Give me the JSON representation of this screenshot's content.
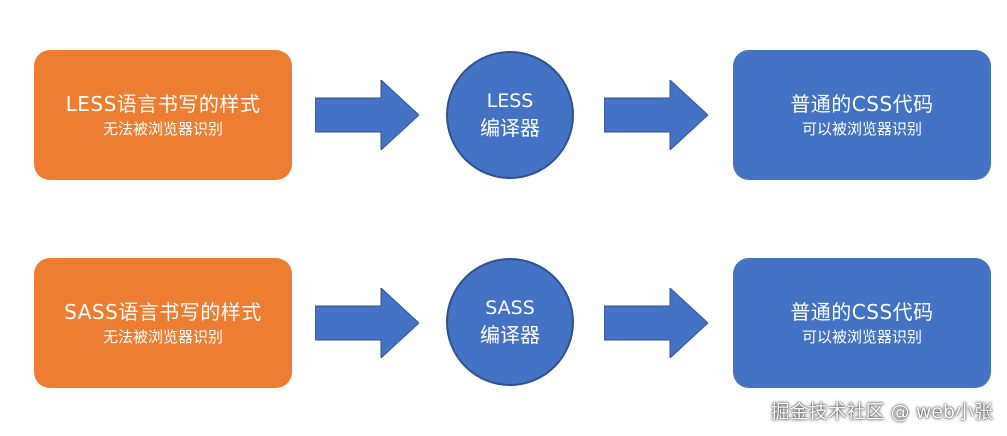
{
  "rows": [
    {
      "source": {
        "title": "LESS语言书写的样式",
        "subtitle": "无法被浏览器识别"
      },
      "compiler": {
        "name": "LESS",
        "label": "编译器"
      },
      "output": {
        "title": "普通的CSS代码",
        "subtitle": "可以被浏览器识别"
      }
    },
    {
      "source": {
        "title": "SASS语言书写的样式",
        "subtitle": "无法被浏览器识别"
      },
      "compiler": {
        "name": "SASS",
        "label": "编译器"
      },
      "output": {
        "title": "普通的CSS代码",
        "subtitle": "可以被浏览器识别"
      }
    }
  ],
  "colors": {
    "source_box": "#ED7D31",
    "compiler_circle": "#4472C4",
    "output_box": "#4472C4",
    "arrow": "#4472C4"
  },
  "watermark": "掘金技术社区 @ web小张"
}
